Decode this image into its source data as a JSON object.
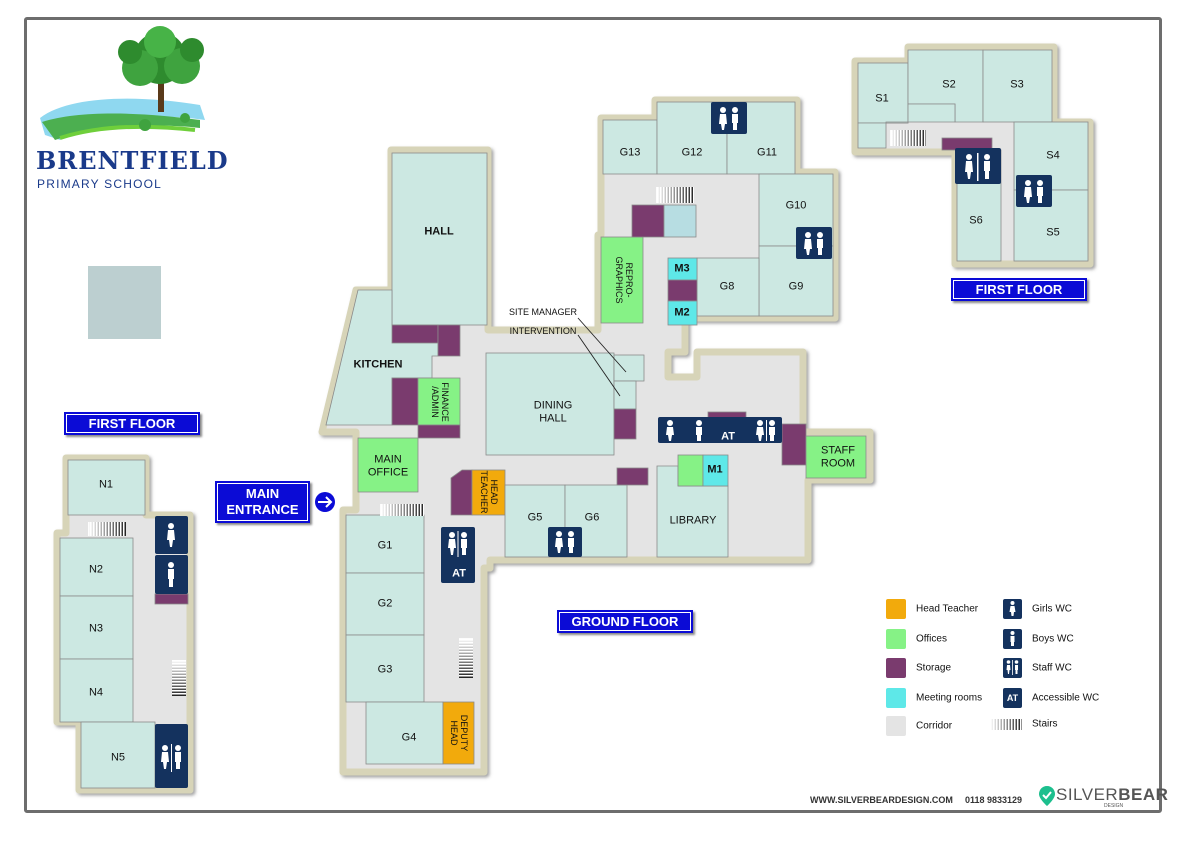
{
  "school": {
    "name": "BRENTFIELD",
    "subtitle": "PRIMARY SCHOOL"
  },
  "floor_tags": {
    "first_floor_top": "FIRST FLOOR",
    "first_floor_left": "FIRST FLOOR",
    "ground_floor": "GROUND FLOOR",
    "main_entrance_line1": "MAIN",
    "main_entrance_line2": "ENTRANCE"
  },
  "rooms": {
    "hall": "HALL",
    "kitchen": "KITCHEN",
    "finance": "FINANCE /ADMIN",
    "main_office": "MAIN OFFICE",
    "dining": "DINING HALL",
    "head_teacher": "HEAD TEACHER",
    "g1": "G1",
    "g2": "G2",
    "g3": "G3",
    "g4": "G4",
    "g5": "G5",
    "g6": "G6",
    "g8": "G8",
    "g9": "G9",
    "g10": "G10",
    "g11": "G11",
    "g12": "G12",
    "g13": "G13",
    "m1": "M1",
    "m2": "M2",
    "m3": "M3",
    "library": "LIBRARY",
    "staff_room": "STAFF ROOM",
    "repro": "REPRO- GRAPHICS",
    "deputy_head": "DEPUTY HEAD",
    "site_manager": "SITE MANAGER",
    "intervention": "INTERVENTION",
    "s1": "S1",
    "s2": "S2",
    "s3": "S3",
    "s4": "S4",
    "s5": "S5",
    "s6": "S6",
    "n1": "N1",
    "n2": "N2",
    "n3": "N3",
    "n4": "N4",
    "n5": "N5",
    "at": "AT"
  },
  "legend": [
    {
      "label": "Head Teacher",
      "color": "#f2aa0c"
    },
    {
      "label": "Offices",
      "color": "#86f286"
    },
    {
      "label": "Storage",
      "color": "#7a3b6e"
    },
    {
      "label": "Meeting rooms",
      "color": "#5ee8e8"
    },
    {
      "label": "Corridor",
      "color": "#e4e4e4"
    },
    {
      "label": "Girls WC",
      "icon": "girls-wc-icon"
    },
    {
      "label": "Boys WC",
      "icon": "boys-wc-icon"
    },
    {
      "label": "Staff WC",
      "icon": "staff-wc-icon"
    },
    {
      "label": "Accessible WC",
      "icon": "accessible-wc-icon"
    },
    {
      "label": "Stairs",
      "icon": "stairs-icon"
    }
  ],
  "footer": {
    "website": "WWW.SILVERBEARDESIGN.COM",
    "phone": "0118 9833129",
    "brand_silver": "SILVER",
    "brand_bear": "BEAR",
    "brand_design": "DESIGN"
  },
  "colors": {
    "room": "#cce8e2",
    "corridor": "#e4e4e4",
    "wall": "#d7d4b8",
    "storage": "#7a3b6e",
    "office": "#86f286",
    "head": "#f2aa0c",
    "meeting": "#5ee8e8",
    "wc": "#14325e",
    "tag": "#0b0bd6"
  }
}
